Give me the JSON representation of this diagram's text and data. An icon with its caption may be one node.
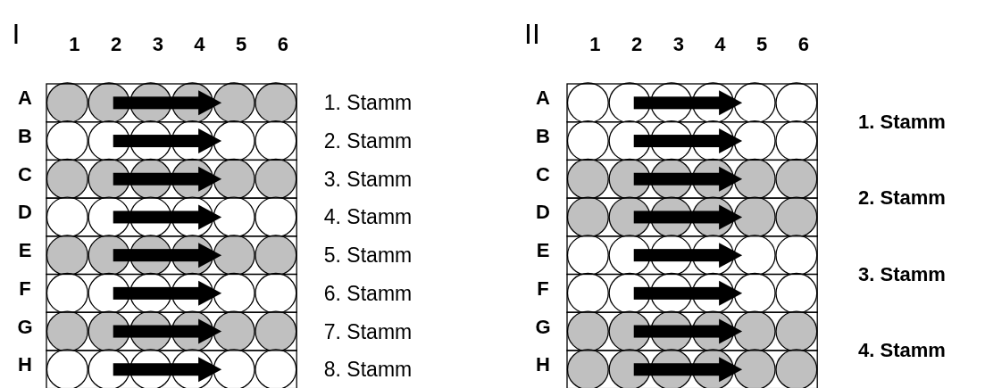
{
  "diagram": {
    "labels": [
      "I",
      "1",
      "2",
      "3",
      "4",
      "5",
      "6",
      "A",
      "1. Stamm",
      "B",
      "2. Stamm",
      "C",
      "3. Stamm",
      "D",
      "4. Stamm",
      "E",
      "5. Stamm",
      "F",
      "6. Stamm",
      "G",
      "7. Stamm",
      "H",
      "8. Stamm",
      "II",
      "1",
      "2",
      "3",
      "4",
      "5",
      "6",
      "A",
      "B",
      "C",
      "D",
      "E",
      "F",
      "G",
      "H",
      "1. Stamm",
      "2. Stamm",
      "3. Stamm",
      "4. Stamm"
    ]
  }
}
